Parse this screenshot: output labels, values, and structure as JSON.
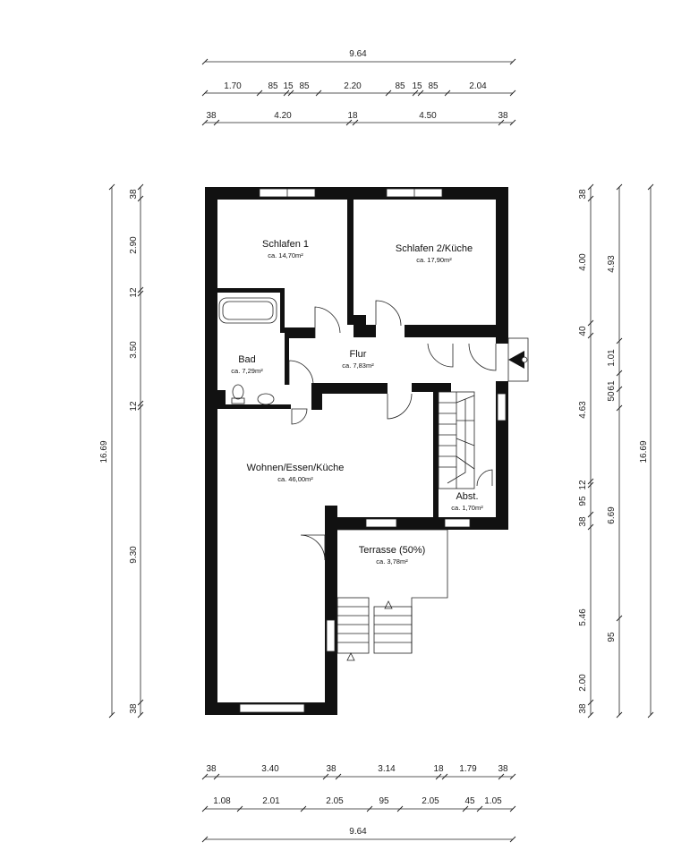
{
  "top_dimensions": {
    "row1": [
      "9.64"
    ],
    "row2": [
      "1.70",
      "85",
      "15",
      "85",
      "2.20",
      "85",
      "15",
      "85",
      "2.04"
    ],
    "row3": [
      "38",
      "4.20",
      "18",
      "4.50",
      "38"
    ]
  },
  "bottom_dimensions": {
    "row1": [
      "38",
      "3.40",
      "38",
      "3.14",
      "18",
      "1.79",
      "38"
    ],
    "row2": [
      "1.08",
      "2.01",
      "2.05",
      "95",
      "2.05",
      "45",
      "1.05"
    ],
    "row3": [
      "9.64"
    ]
  },
  "left_dimensions": {
    "outer": [
      "16.69"
    ],
    "inner": [
      "38",
      "2.90",
      "12",
      "3.50",
      "12",
      "9.30",
      "38"
    ]
  },
  "right_dimensions": {
    "col1": [
      "38",
      "4.00",
      "40",
      "4.63",
      "12",
      "95",
      "38",
      "5.46",
      "2.00",
      "38"
    ],
    "col2": [
      "4.93",
      "1.01",
      "50",
      "61",
      "6.69",
      "95"
    ],
    "col3": [
      "16.69"
    ]
  },
  "rooms": {
    "schlafen1": {
      "name": "Schlafen 1",
      "area": "ca. 14,70m²"
    },
    "schlafen2": {
      "name": "Schlafen 2/Küche",
      "area": "ca. 17,90m²"
    },
    "bad": {
      "name": "Bad",
      "area": "ca. 7,29m²"
    },
    "flur": {
      "name": "Flur",
      "area": "ca. 7,83m²"
    },
    "wohnen": {
      "name": "Wohnen/Essen/Küche",
      "area": "ca. 46,00m²"
    },
    "abst": {
      "name": "Abst.",
      "area": "ca. 1,70m²"
    },
    "terrasse": {
      "name": "Terrasse (50%)",
      "area": "ca. 3,78m²"
    }
  }
}
